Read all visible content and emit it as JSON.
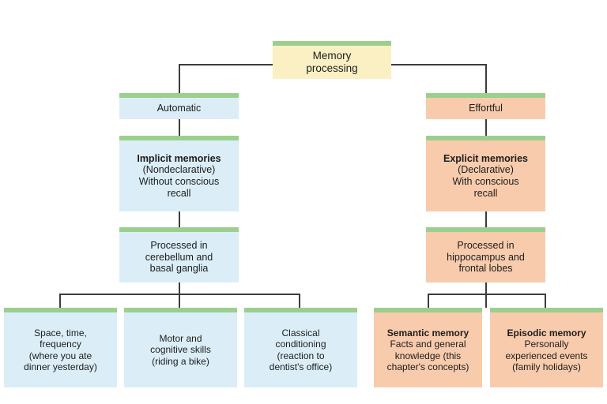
{
  "diagram": {
    "title": "Memory processing",
    "colors": {
      "cream": "#fbf0c4",
      "blue": "#dbeef8",
      "peach": "#f8cbad",
      "green_cap": "#9ccf8e",
      "connector": "#3c3c3b",
      "background": "#ffffff",
      "text": "#1d1d1b"
    },
    "root": {
      "line1": "Memory",
      "line2": "processing"
    },
    "branches": [
      {
        "key": "automatic",
        "heading": "Automatic",
        "type": {
          "line1": "Implicit memories",
          "line2": "(Nondeclarative)",
          "line3": "Without conscious",
          "line4": "recall"
        },
        "processing": {
          "line1": "Processed in",
          "line2": "cerebellum and",
          "line3": "basal ganglia"
        },
        "examples": [
          {
            "line1": "Space, time,",
            "line2": "frequency",
            "line3": "(where you ate",
            "line4": "dinner yesterday)"
          },
          {
            "line1": "Motor and",
            "line2": "cognitive skills",
            "line3": "(riding a bike)"
          },
          {
            "line1": "Classical",
            "line2": "conditioning",
            "line3": "(reaction to",
            "line4": "dentist's office)"
          }
        ]
      },
      {
        "key": "effortful",
        "heading": "Effortful",
        "type": {
          "line1": "Explicit memories",
          "line2": "(Declarative)",
          "line3": "With conscious",
          "line4": "recall"
        },
        "processing": {
          "line1": "Processed in",
          "line2": "hippocampus and",
          "line3": "frontal lobes"
        },
        "examples": [
          {
            "line1": "Semantic memory",
            "line2": "Facts and general",
            "line3": "knowledge (this",
            "line4": "chapter's concepts)"
          },
          {
            "line1": "Episodic memory",
            "line2": "Personally",
            "line3": "experienced events",
            "line4": "(family holidays)"
          }
        ]
      }
    ]
  }
}
